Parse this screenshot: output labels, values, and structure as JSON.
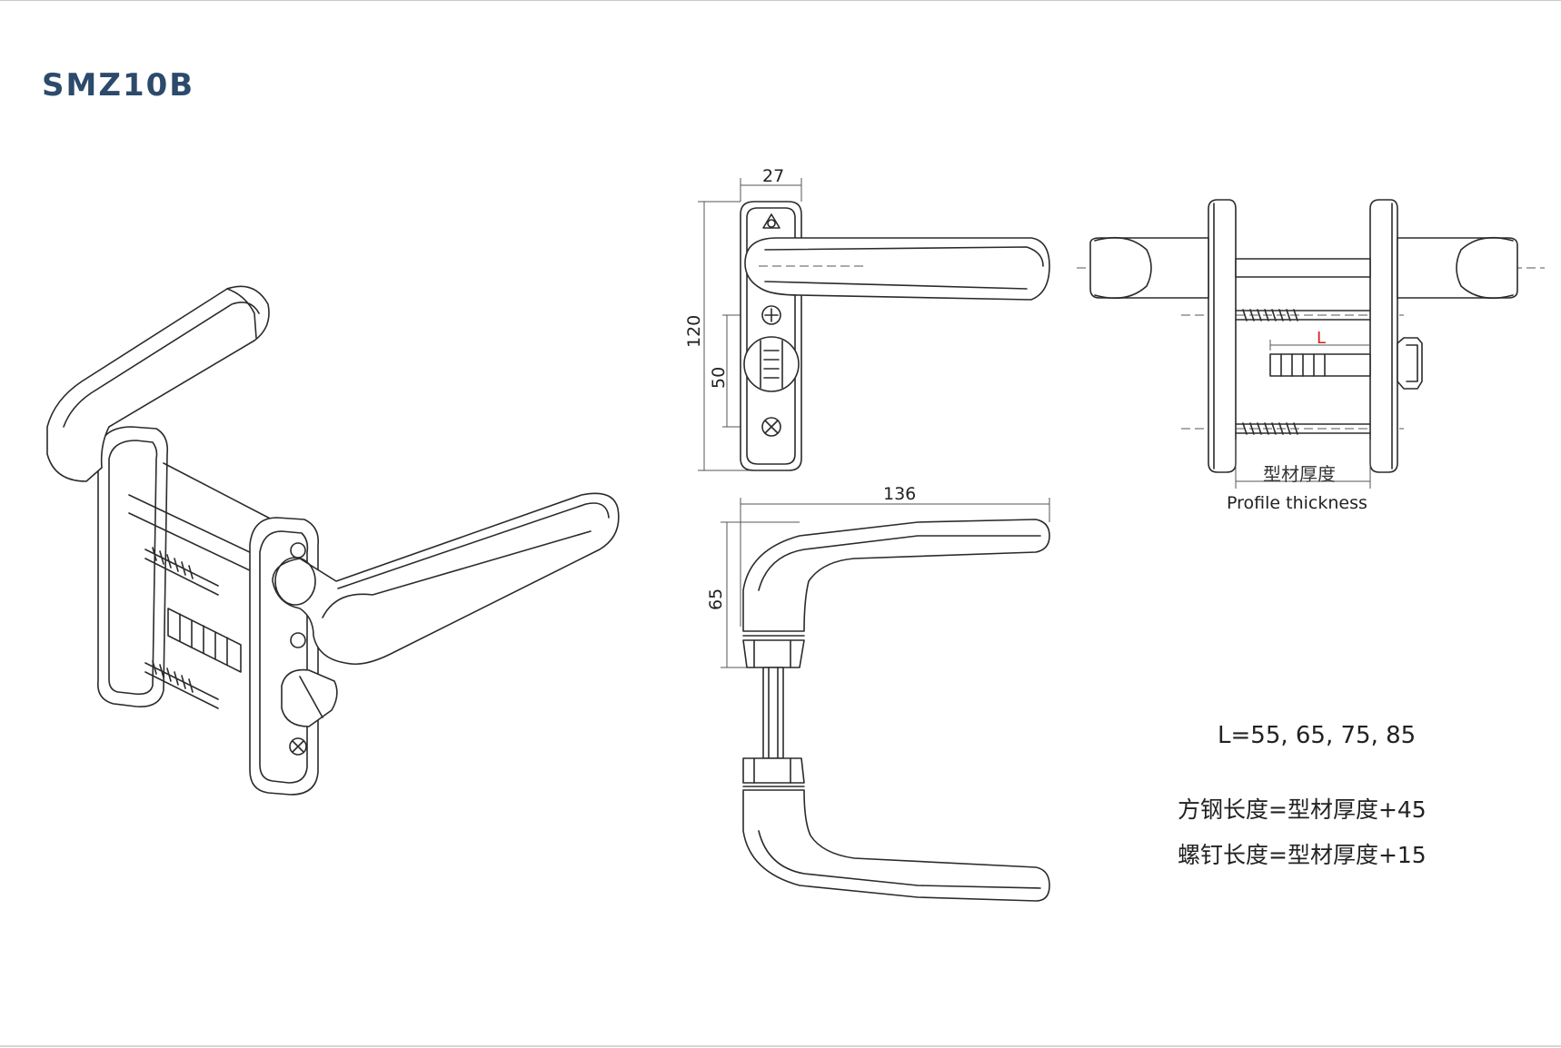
{
  "title": "SMZ10B",
  "dimensions": {
    "width": "27",
    "height": "120",
    "hole_spacing": "50",
    "handle_length": "136",
    "handle_height": "65"
  },
  "labels": {
    "L": "L",
    "profile_thickness_cn": "型材厚度",
    "profile_thickness_en": "Profile thickness"
  },
  "formulas": {
    "l_values": "L=55, 65, 75, 85",
    "square_steel": "方钢长度=型材厚度+45",
    "screw": "螺钉长度=型材厚度+15"
  },
  "colors": {
    "title": "#2c4a6b",
    "L_marker": "#d81e1e"
  }
}
